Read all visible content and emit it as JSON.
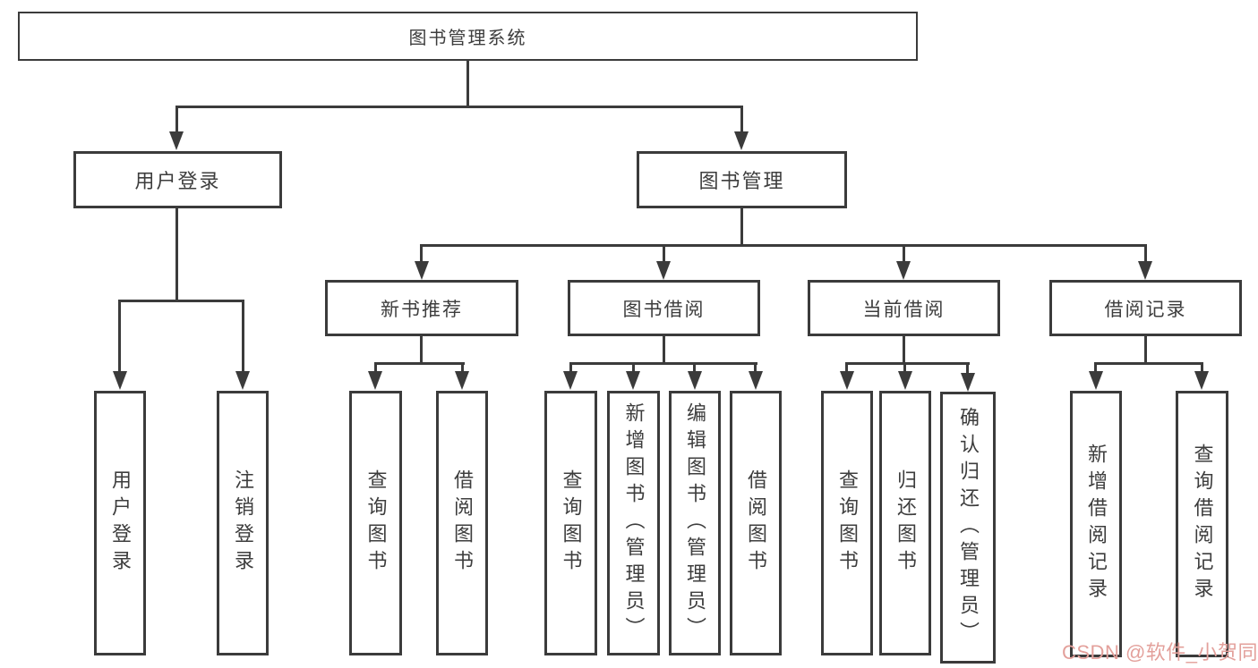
{
  "diagram": {
    "root": {
      "label": "图书管理系统"
    },
    "branches": [
      {
        "label": "用户登录",
        "children": [
          {
            "label": "用户登录"
          },
          {
            "label": "注销登录"
          }
        ]
      },
      {
        "label": "图书管理",
        "children": [
          {
            "label": "新书推荐",
            "children": [
              {
                "label": "查询图书"
              },
              {
                "label": "借阅图书"
              }
            ]
          },
          {
            "label": "图书借阅",
            "children": [
              {
                "label": "查询图书"
              },
              {
                "label": "新增图书（管理员）"
              },
              {
                "label": "编辑图书（管理员）"
              },
              {
                "label": "借阅图书"
              }
            ]
          },
          {
            "label": "当前借阅",
            "children": [
              {
                "label": "查询图书"
              },
              {
                "label": "归还图书"
              },
              {
                "label": "确认归还（管理员）"
              }
            ]
          },
          {
            "label": "借阅记录",
            "children": [
              {
                "label": "新增借阅记录"
              },
              {
                "label": "查询借阅记录"
              }
            ]
          }
        ]
      }
    ],
    "watermark": {
      "text": "CSDN @软件_小贺同学",
      "color": "#e3a09b"
    },
    "colors": {
      "line": "#3b3b3b",
      "text": "#3d3d3d",
      "background": "#ffffff"
    }
  }
}
